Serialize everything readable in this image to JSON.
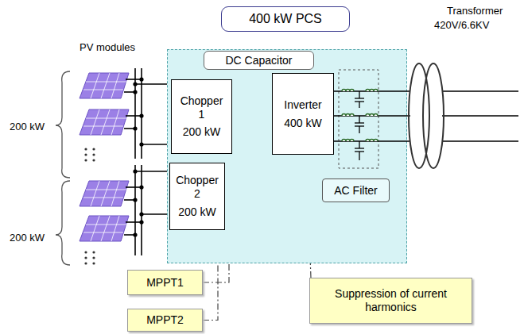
{
  "diagram": {
    "nodes": [
      {
        "text": [
          "400 kW PCS"
        ]
      },
      {
        "text": [
          "DC Capacitor"
        ],
        "in": 0
      },
      {
        "text": [
          "Chopper 1",
          "200 kW"
        ],
        "in": 0
      },
      {
        "text": [
          "Chopper 2",
          "200 kW"
        ],
        "in": 0
      },
      {
        "text": [
          "Inverter",
          "400 kW"
        ],
        "in": 0
      },
      {
        "text": [
          "AC Filter"
        ],
        "in": 0
      },
      {
        "text": [
          "MPPT1"
        ]
      },
      {
        "text": [
          "MPPT2"
        ]
      },
      {
        "text": [
          "Suppression of current harmonics"
        ]
      }
    ],
    "edges": [
      {
        "from": 6,
        "to": 2,
        "arrow": "to"
      },
      {
        "from": 7,
        "to": 3,
        "arrow": "to"
      },
      {
        "from": 8,
        "to": 4,
        "arrow": "to"
      },
      {
        "from": 2,
        "to": 4,
        "arrow": "none"
      },
      {
        "from": 3,
        "to": 4,
        "arrow": "none"
      }
    ],
    "labels": [
      "PV modules",
      "200 kW",
      "200 kW",
      "Transformer",
      "420V/6.6KV"
    ]
  }
}
